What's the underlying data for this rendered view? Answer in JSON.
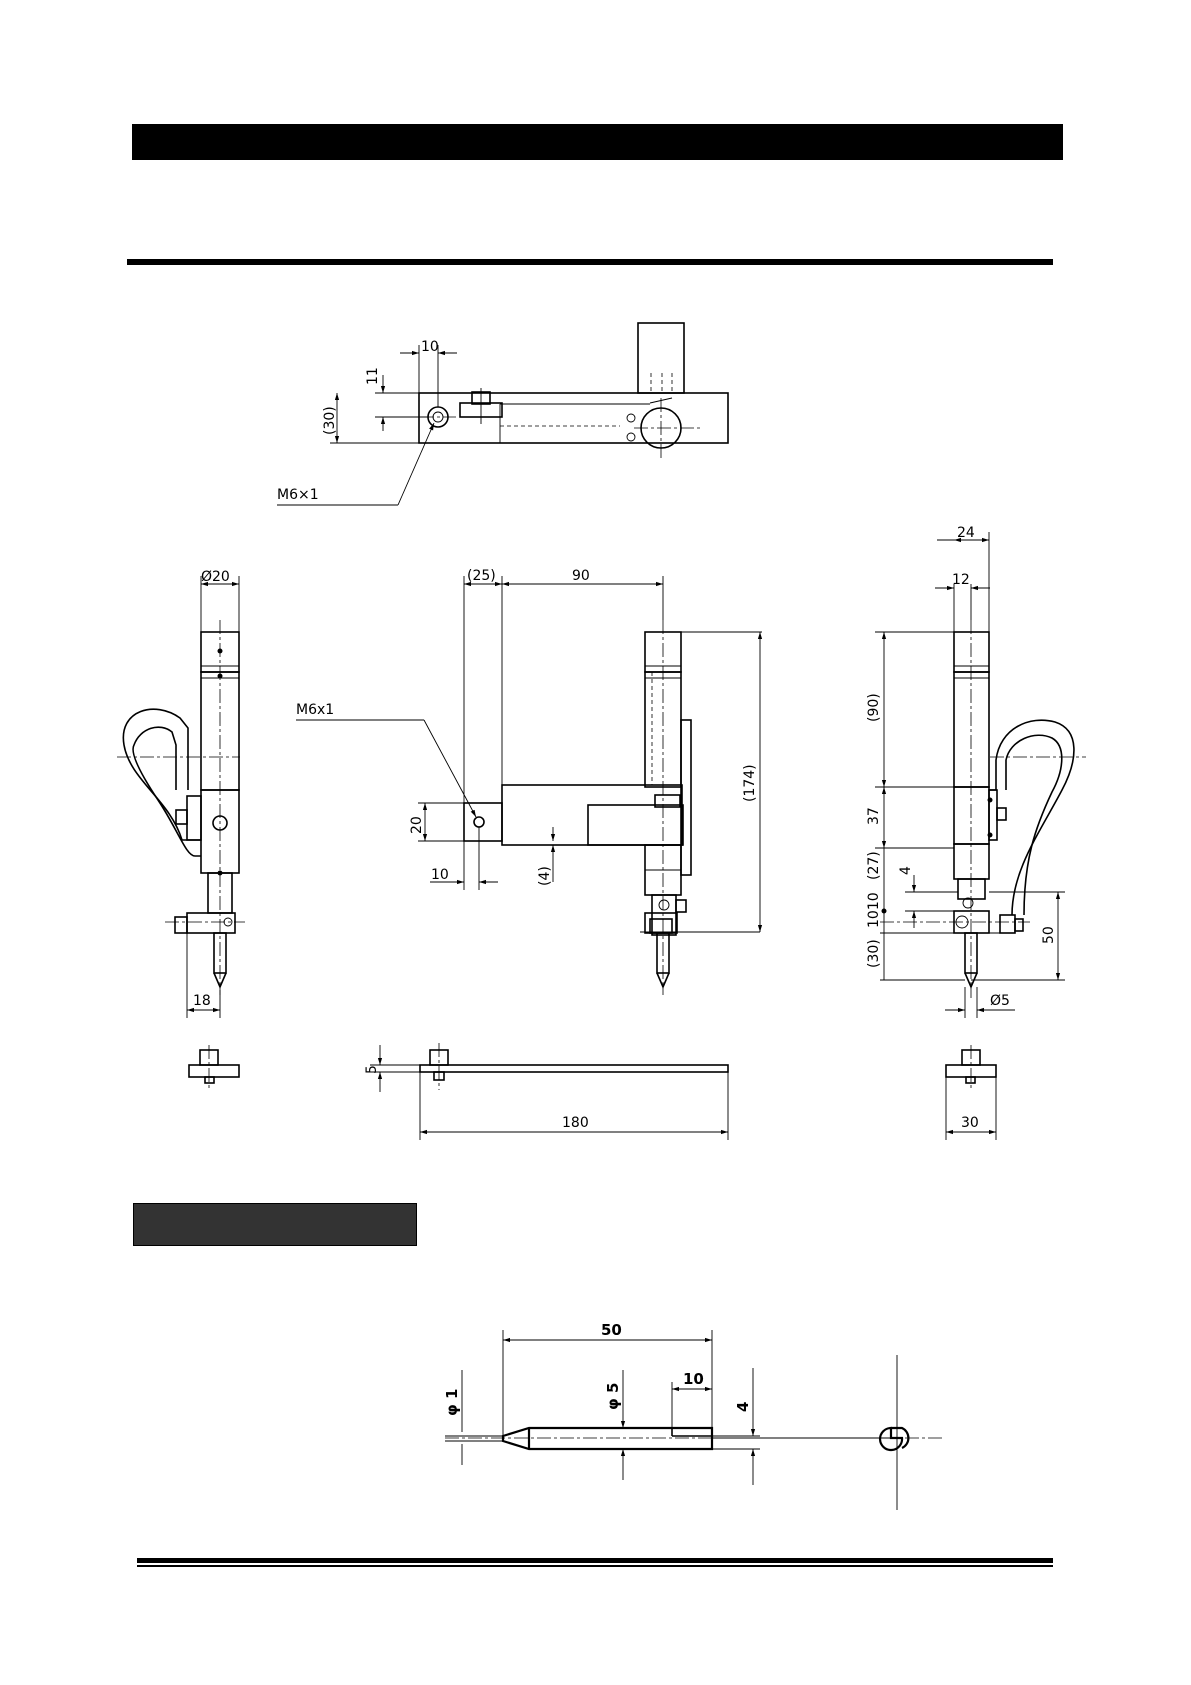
{
  "dimensions": {
    "top_view": {
      "w10": "10",
      "h11": "11",
      "h30": "(30)",
      "thread": "M6×1"
    },
    "left_view": {
      "dia20": "Ø20",
      "w18": "18"
    },
    "front_view": {
      "w25": "(25)",
      "w90": "90",
      "h174": "(174)",
      "thread": "M6x1",
      "h20": "20",
      "w10": "10",
      "h4": "(4)"
    },
    "right_view": {
      "w24": "24",
      "w12": "12",
      "h90": "(90)",
      "h37": "37",
      "h27": "(27)",
      "h4": "4",
      "h1010": "1010",
      "h30": "(30)",
      "h50": "50",
      "dia5": "Ø5"
    },
    "bottom_views": {
      "h5": "5",
      "w180": "180",
      "w30": "30"
    },
    "stylus": {
      "len50": "50",
      "len10": "10",
      "dia1": "φ 1",
      "dia5": "φ 5",
      "h4": "4"
    }
  }
}
